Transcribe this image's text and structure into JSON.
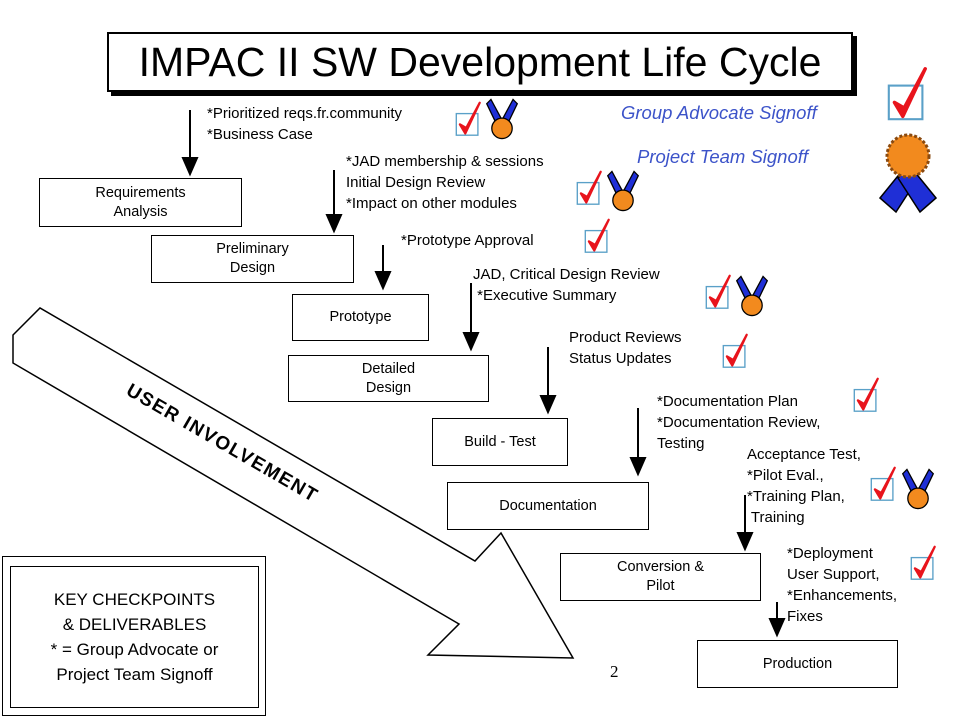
{
  "title": "IMPAC II SW Development Life Cycle",
  "stages": {
    "requirements": "Requirements\nAnalysis",
    "preliminary": "Preliminary\nDesign",
    "prototype": "Prototype",
    "detailed": "Detailed\nDesign",
    "build": "Build - Test",
    "documentation": "Documentation",
    "conversion": "Conversion &\nPilot",
    "production": "Production"
  },
  "notes": {
    "n1": "*Prioritized reqs.fr.community\n*Business Case",
    "n2": "*JAD membership & sessions\nInitial Design Review\n*Impact on other modules",
    "n3": "*Prototype Approval",
    "n4": "JAD, Critical Design Review\n *Executive Summary",
    "n5": "Product Reviews\nStatus Updates",
    "n6": "*Documentation Plan\n*Documentation Review,\nTesting",
    "n7": "Acceptance Test,\n*Pilot Eval.,\n*Training Plan,\n Training",
    "n8": "*Deployment\nUser Support,\n*Enhancements,\nFixes"
  },
  "legend": {
    "group_advocate": "Group Advocate Signoff",
    "project_team": "Project Team Signoff"
  },
  "user_involvement": "USER INVOLVEMENT",
  "key": "KEY CHECKPOINTS\n& DELIVERABLES\n* = Group Advocate or\nProject Team Signoff",
  "page_number": "2",
  "colors": {
    "legend_text": "#3c53c9",
    "checkmark": "#e8141c",
    "ribbon": "#1f2fd6",
    "medal": "#f28a1e"
  },
  "icons": [
    "checkmark-icon",
    "award-medal-icon",
    "down-arrow-icon"
  ]
}
